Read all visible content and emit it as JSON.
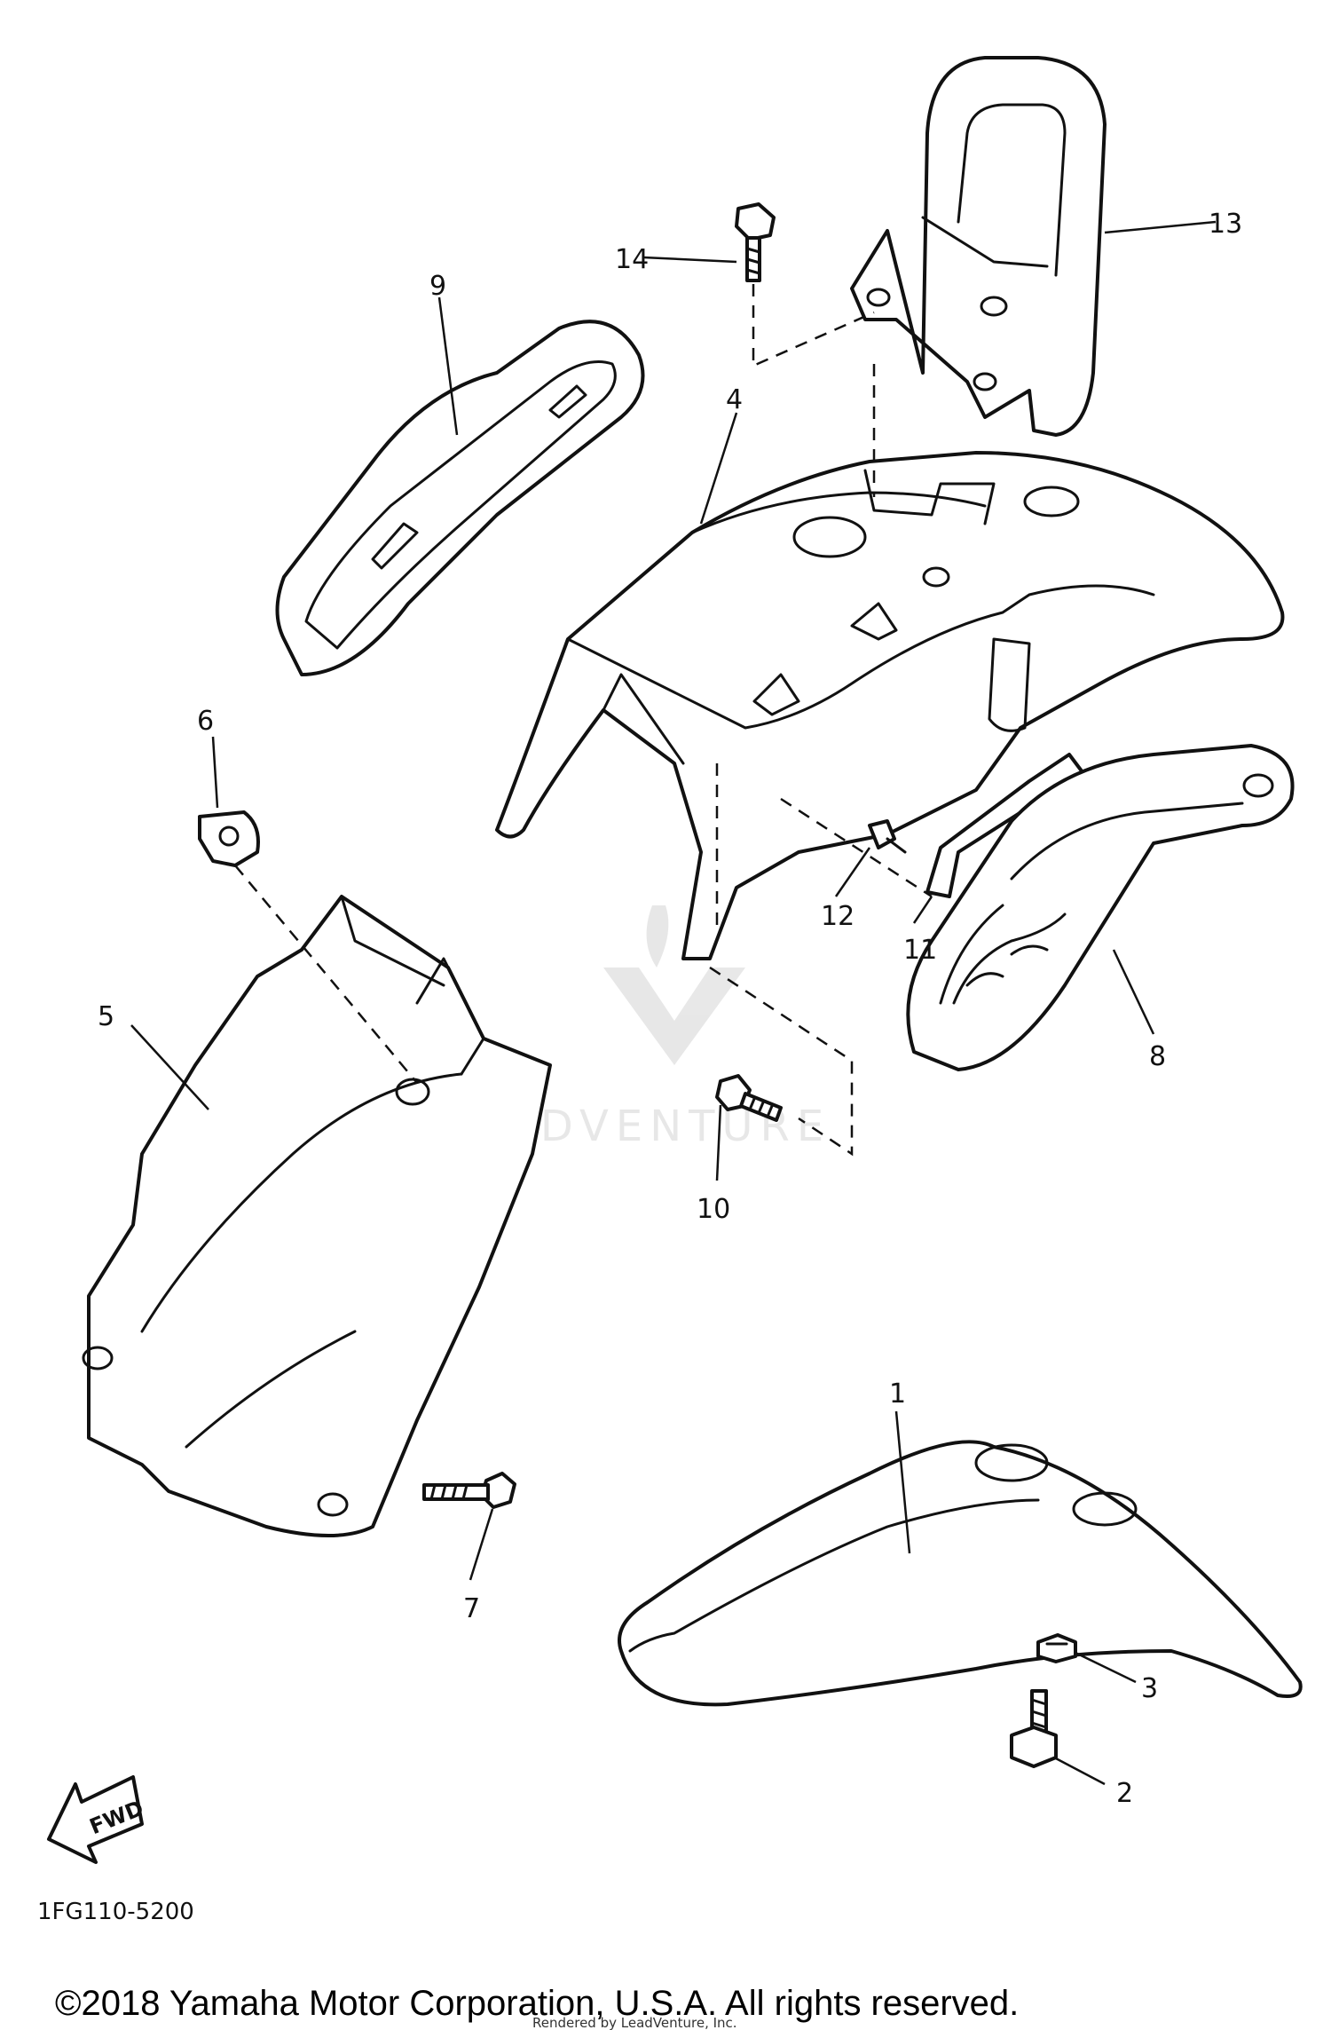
{
  "callouts": {
    "c1": "1",
    "c2": "2",
    "c3": "3",
    "c4": "4",
    "c5": "5",
    "c6": "6",
    "c7": "7",
    "c8": "8",
    "c9": "9",
    "c10": "10",
    "c11": "11",
    "c12": "12",
    "c13": "13",
    "c14": "14"
  },
  "fwd_label": "FWD",
  "diagram_code": "1FG110-5200",
  "copyright": "©2018 Yamaha Motor Corporation, U.S.A. All rights reserved.",
  "rendered_by": "Rendered by LeadVenture, Inc.",
  "watermark": "LEADVENTURE",
  "colors": {
    "line": "#111111",
    "background": "#ffffff",
    "watermark": "#d8d8d8"
  }
}
